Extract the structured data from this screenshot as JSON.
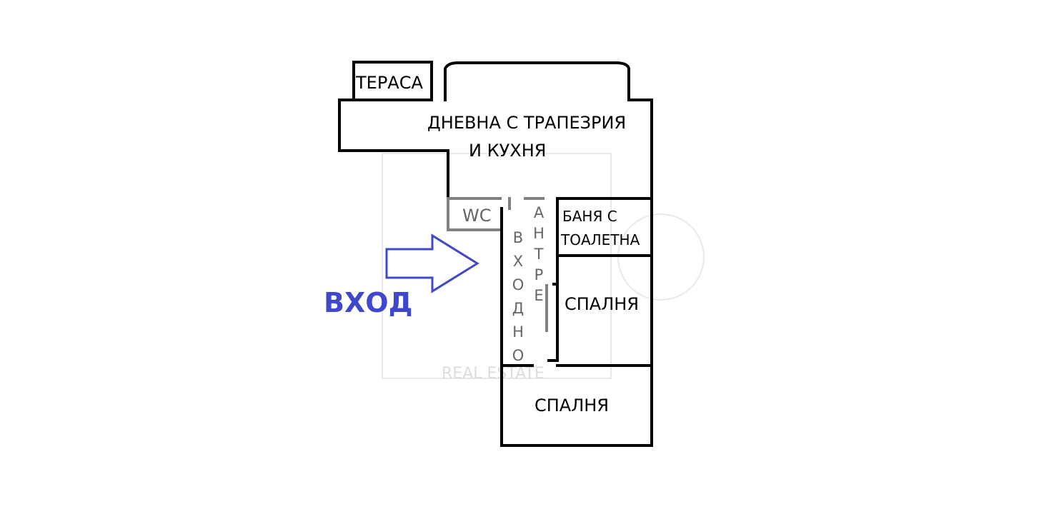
{
  "rooms": {
    "terrace": "ТЕРАСА",
    "living_line1": "ДНЕВНА С ТРАПЕЗРИЯ",
    "living_line2": "И КУХНЯ",
    "wc": "WC",
    "bathroom_line1": "БАНЯ С",
    "bathroom_line2": "ТОАЛЕТНА",
    "bedroom_1": "СПАЛНЯ",
    "bedroom_2": "СПАЛНЯ",
    "corridor_letters": [
      "В",
      "Х",
      "О",
      "Д",
      "Н",
      "О"
    ],
    "hall_letters": [
      "А",
      "Н",
      "Т",
      "Р",
      "Е"
    ]
  },
  "entrance": {
    "label": "ВХОД",
    "color": "#3f48cc",
    "icon": "arrow-right-icon"
  },
  "watermark": {
    "text": "REAL ESTATE"
  },
  "colors": {
    "wall": "#000000",
    "inner_wall": "#808080"
  }
}
